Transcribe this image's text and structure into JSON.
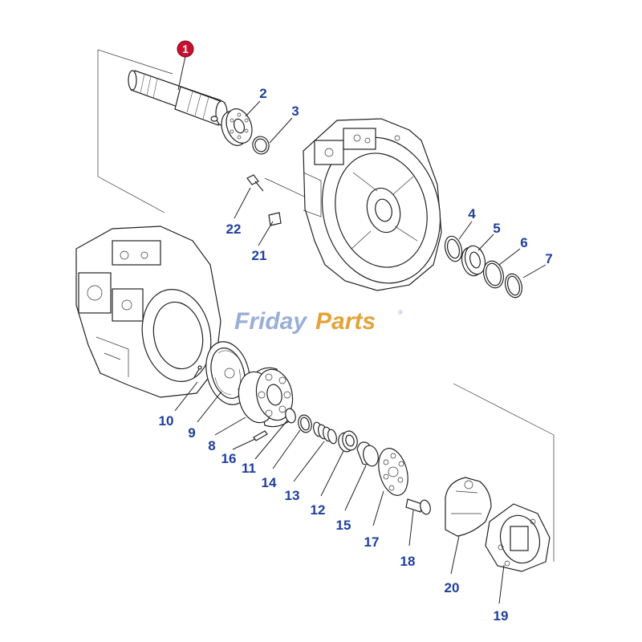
{
  "watermark": {
    "part1": "Friday",
    "part2": "Parts",
    "mark": "®"
  },
  "colors": {
    "label": "#1f3f9e",
    "highlight_marker": "#c8102e",
    "watermark_blue": "#9aaed6",
    "watermark_orange": "#e3a23b"
  },
  "callouts": [
    {
      "id": "1",
      "text": "1",
      "highlighted": true
    },
    {
      "id": "2",
      "text": "2"
    },
    {
      "id": "3",
      "text": "3"
    },
    {
      "id": "4",
      "text": "4"
    },
    {
      "id": "5",
      "text": "5"
    },
    {
      "id": "6",
      "text": "6"
    },
    {
      "id": "7",
      "text": "7"
    },
    {
      "id": "8",
      "text": "8"
    },
    {
      "id": "9",
      "text": "9"
    },
    {
      "id": "10",
      "text": "10"
    },
    {
      "id": "11",
      "text": "11"
    },
    {
      "id": "12",
      "text": "12"
    },
    {
      "id": "13",
      "text": "13"
    },
    {
      "id": "14",
      "text": "14"
    },
    {
      "id": "15",
      "text": "15"
    },
    {
      "id": "16",
      "text": "16"
    },
    {
      "id": "17",
      "text": "17"
    },
    {
      "id": "18",
      "text": "18"
    },
    {
      "id": "19",
      "text": "19"
    },
    {
      "id": "20",
      "text": "20"
    },
    {
      "id": "21",
      "text": "21"
    },
    {
      "id": "22",
      "text": "22"
    }
  ]
}
